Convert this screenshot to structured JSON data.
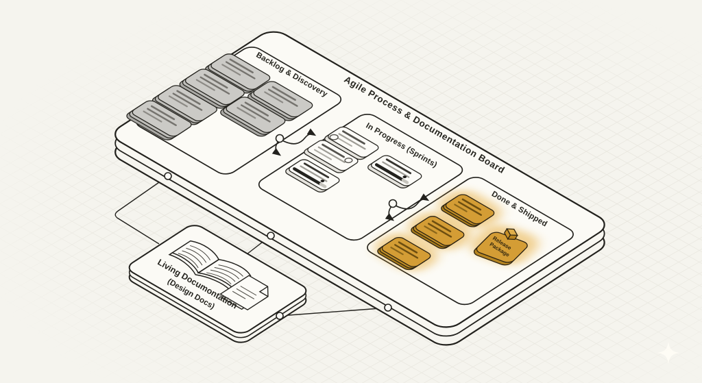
{
  "title": "Agile Process & Documentation Board",
  "columns": {
    "backlog": {
      "label": "Backlog & Discovery",
      "card_count": 6,
      "card_color": "#cbcac6"
    },
    "in_progress": {
      "label": "In Progress (Sprints)",
      "card_count": 4,
      "card_color": "#fcfbf7"
    },
    "done": {
      "label": "Done & Shipped",
      "card_count": 4,
      "card_color": "#d49d35"
    }
  },
  "release_card": {
    "line1": "Release",
    "line2": "Package",
    "icon": "package-cube-icon"
  },
  "doc_panel": {
    "line1": "Living Documontation",
    "line2": "(Design Docs)",
    "icons": [
      "open-book-icon",
      "document-icon"
    ]
  },
  "icons": [
    "package-cube-icon",
    "open-book-icon",
    "document-icon",
    "clock-icon",
    "sparkle-icon",
    "connector-node",
    "arrowhead"
  ],
  "colors": {
    "background": "#f5f4ee",
    "outline": "#22211d",
    "board_fill": "#fbfaf5",
    "section_fill": "#fcfbf6",
    "gray_card": "#cbcac6",
    "white_card": "#fcfbf7",
    "gold_card": "#d49d35",
    "gold_glow": "#e6a832",
    "grid_line": "#d9d6cc"
  }
}
